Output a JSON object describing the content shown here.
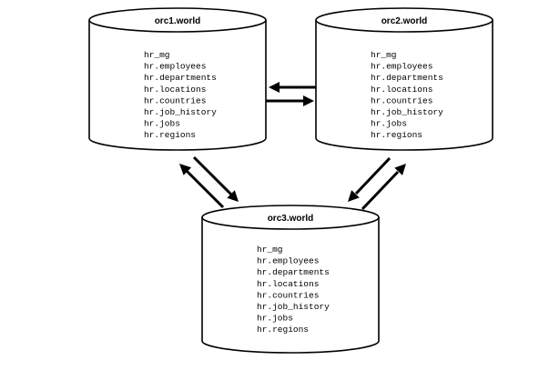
{
  "databases": [
    {
      "name": "orc1.world",
      "objects": [
        "hr_mg",
        "hr.employees",
        "hr.departments",
        "hr.locations",
        "hr.countries",
        "hr.job_history",
        "hr.jobs",
        "hr.regions"
      ]
    },
    {
      "name": "orc2.world",
      "objects": [
        "hr_mg",
        "hr.employees",
        "hr.departments",
        "hr.locations",
        "hr.countries",
        "hr.job_history",
        "hr.jobs",
        "hr.regions"
      ]
    },
    {
      "name": "orc3.world",
      "objects": [
        "hr_mg",
        "hr.employees",
        "hr.departments",
        "hr.locations",
        "hr.countries",
        "hr.job_history",
        "hr.jobs",
        "hr.regions"
      ]
    }
  ],
  "replication_links": [
    {
      "from": "orc1.world",
      "to": "orc2.world"
    },
    {
      "from": "orc2.world",
      "to": "orc1.world"
    },
    {
      "from": "orc1.world",
      "to": "orc3.world"
    },
    {
      "from": "orc3.world",
      "to": "orc1.world"
    },
    {
      "from": "orc2.world",
      "to": "orc3.world"
    },
    {
      "from": "orc3.world",
      "to": "orc2.world"
    }
  ]
}
